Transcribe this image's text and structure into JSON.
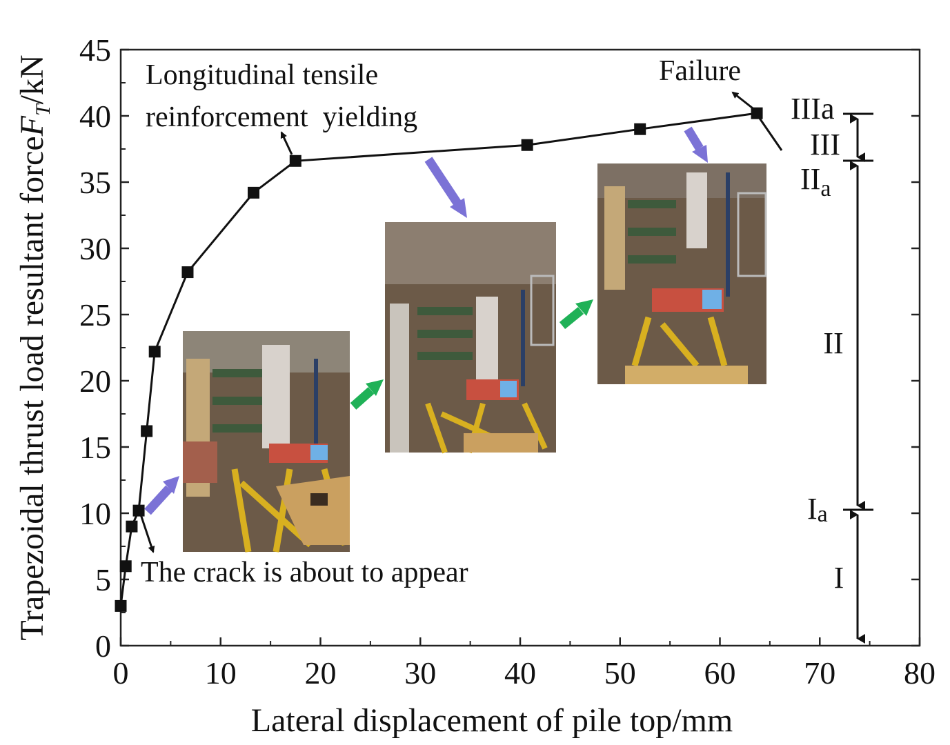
{
  "chart_data": {
    "type": "line",
    "xlabel": "Lateral displacement of pile top/mm",
    "ylabel_main": "Trapezoidal thrust load resultant force",
    "ylabel_symbol": "F",
    "ylabel_sub": "T",
    "ylabel_unit": "/kN",
    "xlim": [
      0,
      80
    ],
    "ylim": [
      0,
      45
    ],
    "xticks": [
      "0",
      "10",
      "20",
      "30",
      "40",
      "50",
      "60",
      "70",
      "80"
    ],
    "yticks": [
      "0",
      "5",
      "10",
      "15",
      "20",
      "25",
      "30",
      "35",
      "40",
      "45"
    ],
    "grid": false,
    "series": [
      {
        "x": [
          0.0,
          0.5,
          1.1,
          1.8,
          2.6,
          3.4,
          6.7,
          13.3,
          17.5,
          40.7,
          52.0,
          63.7
        ],
        "y": [
          3.0,
          6.0,
          9.0,
          10.2,
          16.2,
          22.2,
          28.2,
          34.2,
          36.6,
          37.8,
          39.0,
          40.2
        ],
        "marker": "square",
        "color": "#111111"
      }
    ],
    "annotations": [
      {
        "text": "Longitudinal tensile",
        "line": 1
      },
      {
        "text": "reinforcement  yielding",
        "line": 2
      },
      {
        "text": "Failure"
      },
      {
        "text": "The crack is about to appear"
      }
    ],
    "stages": [
      {
        "label": "I",
        "from": 0,
        "to": 10.2
      },
      {
        "label": "Ia",
        "main": "I",
        "sub": "a",
        "at": 10.2
      },
      {
        "label": "II",
        "from": 10.2,
        "to": 36.6
      },
      {
        "label": "IIa",
        "main": "II",
        "sub": "a",
        "at": 36.6
      },
      {
        "label": "III",
        "from": 36.6,
        "to": 40.2
      },
      {
        "label": "IIIa",
        "at": 40.2
      }
    ],
    "arrow_colors": {
      "down": "#7b72d6",
      "between": "#1fb157"
    }
  }
}
